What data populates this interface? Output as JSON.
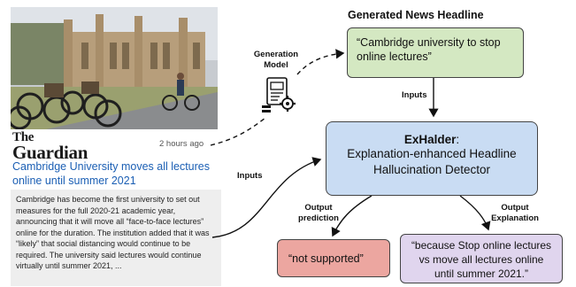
{
  "article": {
    "publisher_line1": "The",
    "publisher_line2": "Guardian",
    "timestamp": "2 hours ago",
    "title": "Cambridge University moves all lectures online until summer 2021",
    "body": "Cambridge has become the first university to set out measures for the full 2020-21 academic year, announcing that it will move all “face-to-face lectures” online for the duration. The institution added that it was “likely” that social distancing would continue to be required. The university said lectures would continue virtually until summer 2021, ..."
  },
  "diagram": {
    "header": "Generated News Headline",
    "headline": "“Cambridge university to stop online lectures”",
    "generation_model_label": "Generation Model",
    "inputs_top_label": "Inputs",
    "inputs_left_label": "Inputs",
    "detector_name": "ExHalder",
    "detector_colon": ":",
    "detector_desc": "Explanation-enhanced Headline Hallucination Detector",
    "output_prediction_label": "Output prediction",
    "output_explanation_label": "Output Explanation",
    "prediction": "“not supported”",
    "explanation": "“because Stop online lectures vs move all lectures online until summer 2021.”"
  },
  "colors": {
    "headline_box": "#d4e8c2",
    "detector_box": "#c9dcf3",
    "prediction_box": "#eca6a0",
    "explanation_box": "#e0d5ee",
    "title_link": "#1b5fb4"
  }
}
